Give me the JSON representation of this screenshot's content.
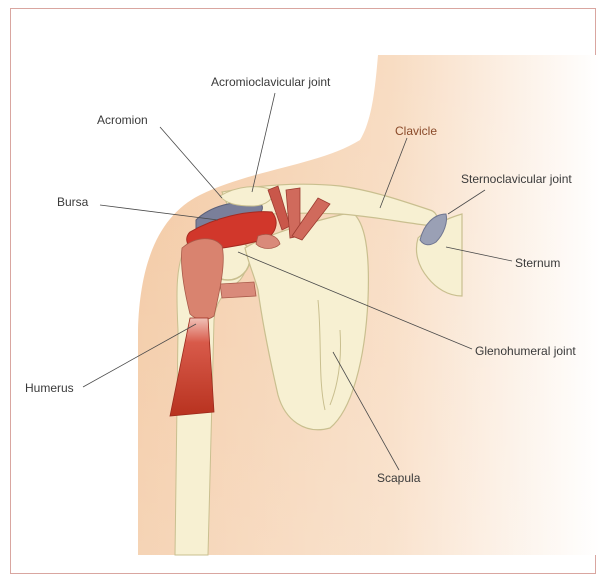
{
  "labels": {
    "acromioclavicular": "Acromioclavicular joint",
    "acromion": "Acromion",
    "clavicle": "Clavicle",
    "sternoclavicular": "Sternoclavicular joint",
    "bursa": "Bursa",
    "sternum": "Sternum",
    "glenohumeral": "Glenohumeral joint",
    "humerus": "Humerus",
    "scapula": "Scapula"
  },
  "colors": {
    "frame": "#d9a6a0",
    "skin": "#f5d3b3",
    "bone": "#f7f0d2",
    "bone_outline": "#c9bf8f",
    "muscle": "#c7453a",
    "muscle_dark": "#a83228",
    "tendon": "#d98a7a",
    "bursa": "#7a7f9a",
    "leader_line": "#4a4a4a"
  }
}
